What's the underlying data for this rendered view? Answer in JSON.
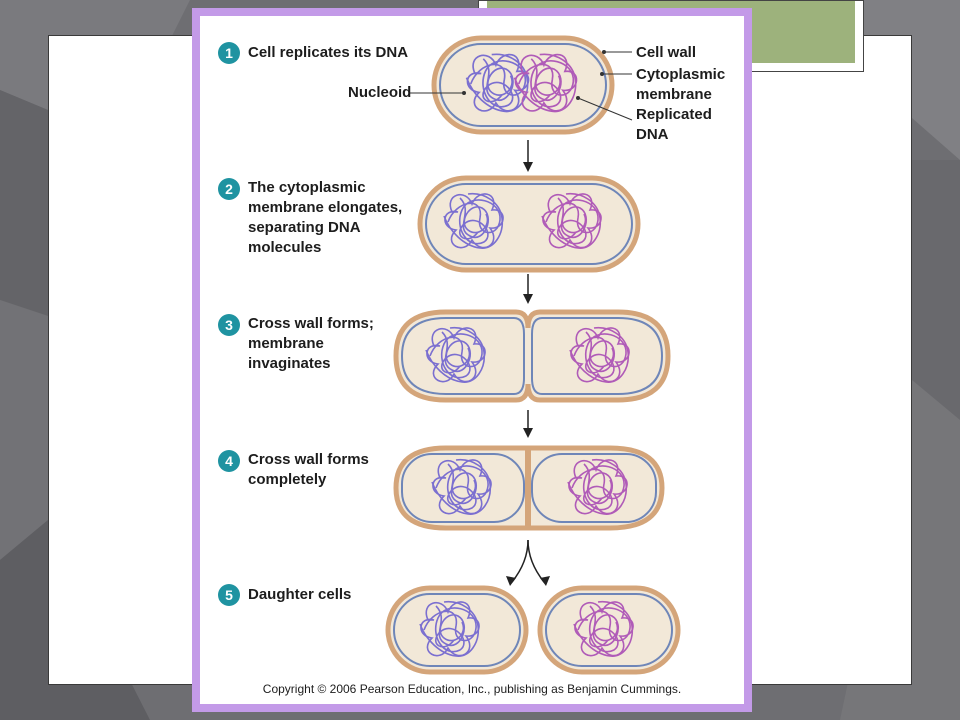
{
  "steps": [
    {
      "number": "1",
      "label": "Cell replicates its DNA"
    },
    {
      "number": "2",
      "label": "The cytoplasmic\nmembrane elongates,\nseparating DNA\nmolecules"
    },
    {
      "number": "3",
      "label": "Cross wall forms;\nmembrane\ninvaginates"
    },
    {
      "number": "4",
      "label": "Cross wall forms\ncompletely"
    },
    {
      "number": "5",
      "label": "Daughter cells"
    }
  ],
  "callouts": {
    "cell_wall": "Cell wall",
    "cytoplasmic_membrane": "Cytoplasmic\nmembrane",
    "replicated_dna": "Replicated\nDNA",
    "nucleoid": "Nucleoid"
  },
  "copyright": "Copyright © 2006 Pearson Education, Inc., publishing as Benjamin Cummings.",
  "colors": {
    "frame": "#c39ae8",
    "badge": "#1f93a1",
    "cell_wall": "#d4a57a",
    "membrane": "#6f86b8",
    "cytoplasm": "#f2e8d8",
    "dna_blue": "#7b6fd0",
    "dna_purple": "#b05bb8"
  }
}
